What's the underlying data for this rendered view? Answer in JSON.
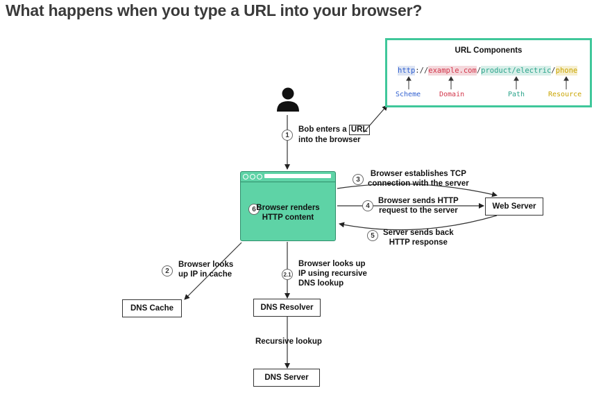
{
  "title": "What happens when you type a URL into your browser?",
  "url_components": {
    "title": "URL Components",
    "scheme": "http",
    "sep1": "://",
    "domain": "example.com",
    "sep2": "/",
    "path": "product/electric",
    "sep3": "/",
    "resource": "phone",
    "labels": {
      "scheme": "Scheme",
      "domain": "Domain",
      "path": "Path",
      "resource": "Resource"
    }
  },
  "colors": {
    "accent_green": "#5ed3a6",
    "card_border": "#3fc79a",
    "scheme": "#2f5fd0",
    "domain": "#d2354a",
    "path": "#2aa38a",
    "resource": "#c9a400"
  },
  "icons": {
    "user": "user-icon"
  },
  "steps": {
    "s1": {
      "num": "1",
      "text_a": "Bob enters a",
      "text_kw": "URL",
      "text_b": "into the browser"
    },
    "s2": {
      "num": "2",
      "line1": "Browser looks",
      "line2": "up IP in cache"
    },
    "s21": {
      "num": "2.1",
      "line1": "Browser looks up",
      "line2": "IP using recursive",
      "line3": "DNS lookup"
    },
    "s3": {
      "num": "3",
      "line1": "Browser establishes TCP",
      "line2": "connection with the server"
    },
    "s4": {
      "num": "4",
      "line1": "Browser sends HTTP",
      "line2": "request to the server"
    },
    "s5": {
      "num": "5",
      "line1": "Server sends back",
      "line2": "HTTP response"
    },
    "s6": {
      "num": "6",
      "line1": "Browser renders",
      "line2": "HTTP content"
    }
  },
  "nodes": {
    "web_server": "Web Server",
    "dns_cache": "DNS Cache",
    "dns_resolver": "DNS Resolver",
    "dns_server": "DNS Server",
    "recursive": "Recursive lookup"
  }
}
